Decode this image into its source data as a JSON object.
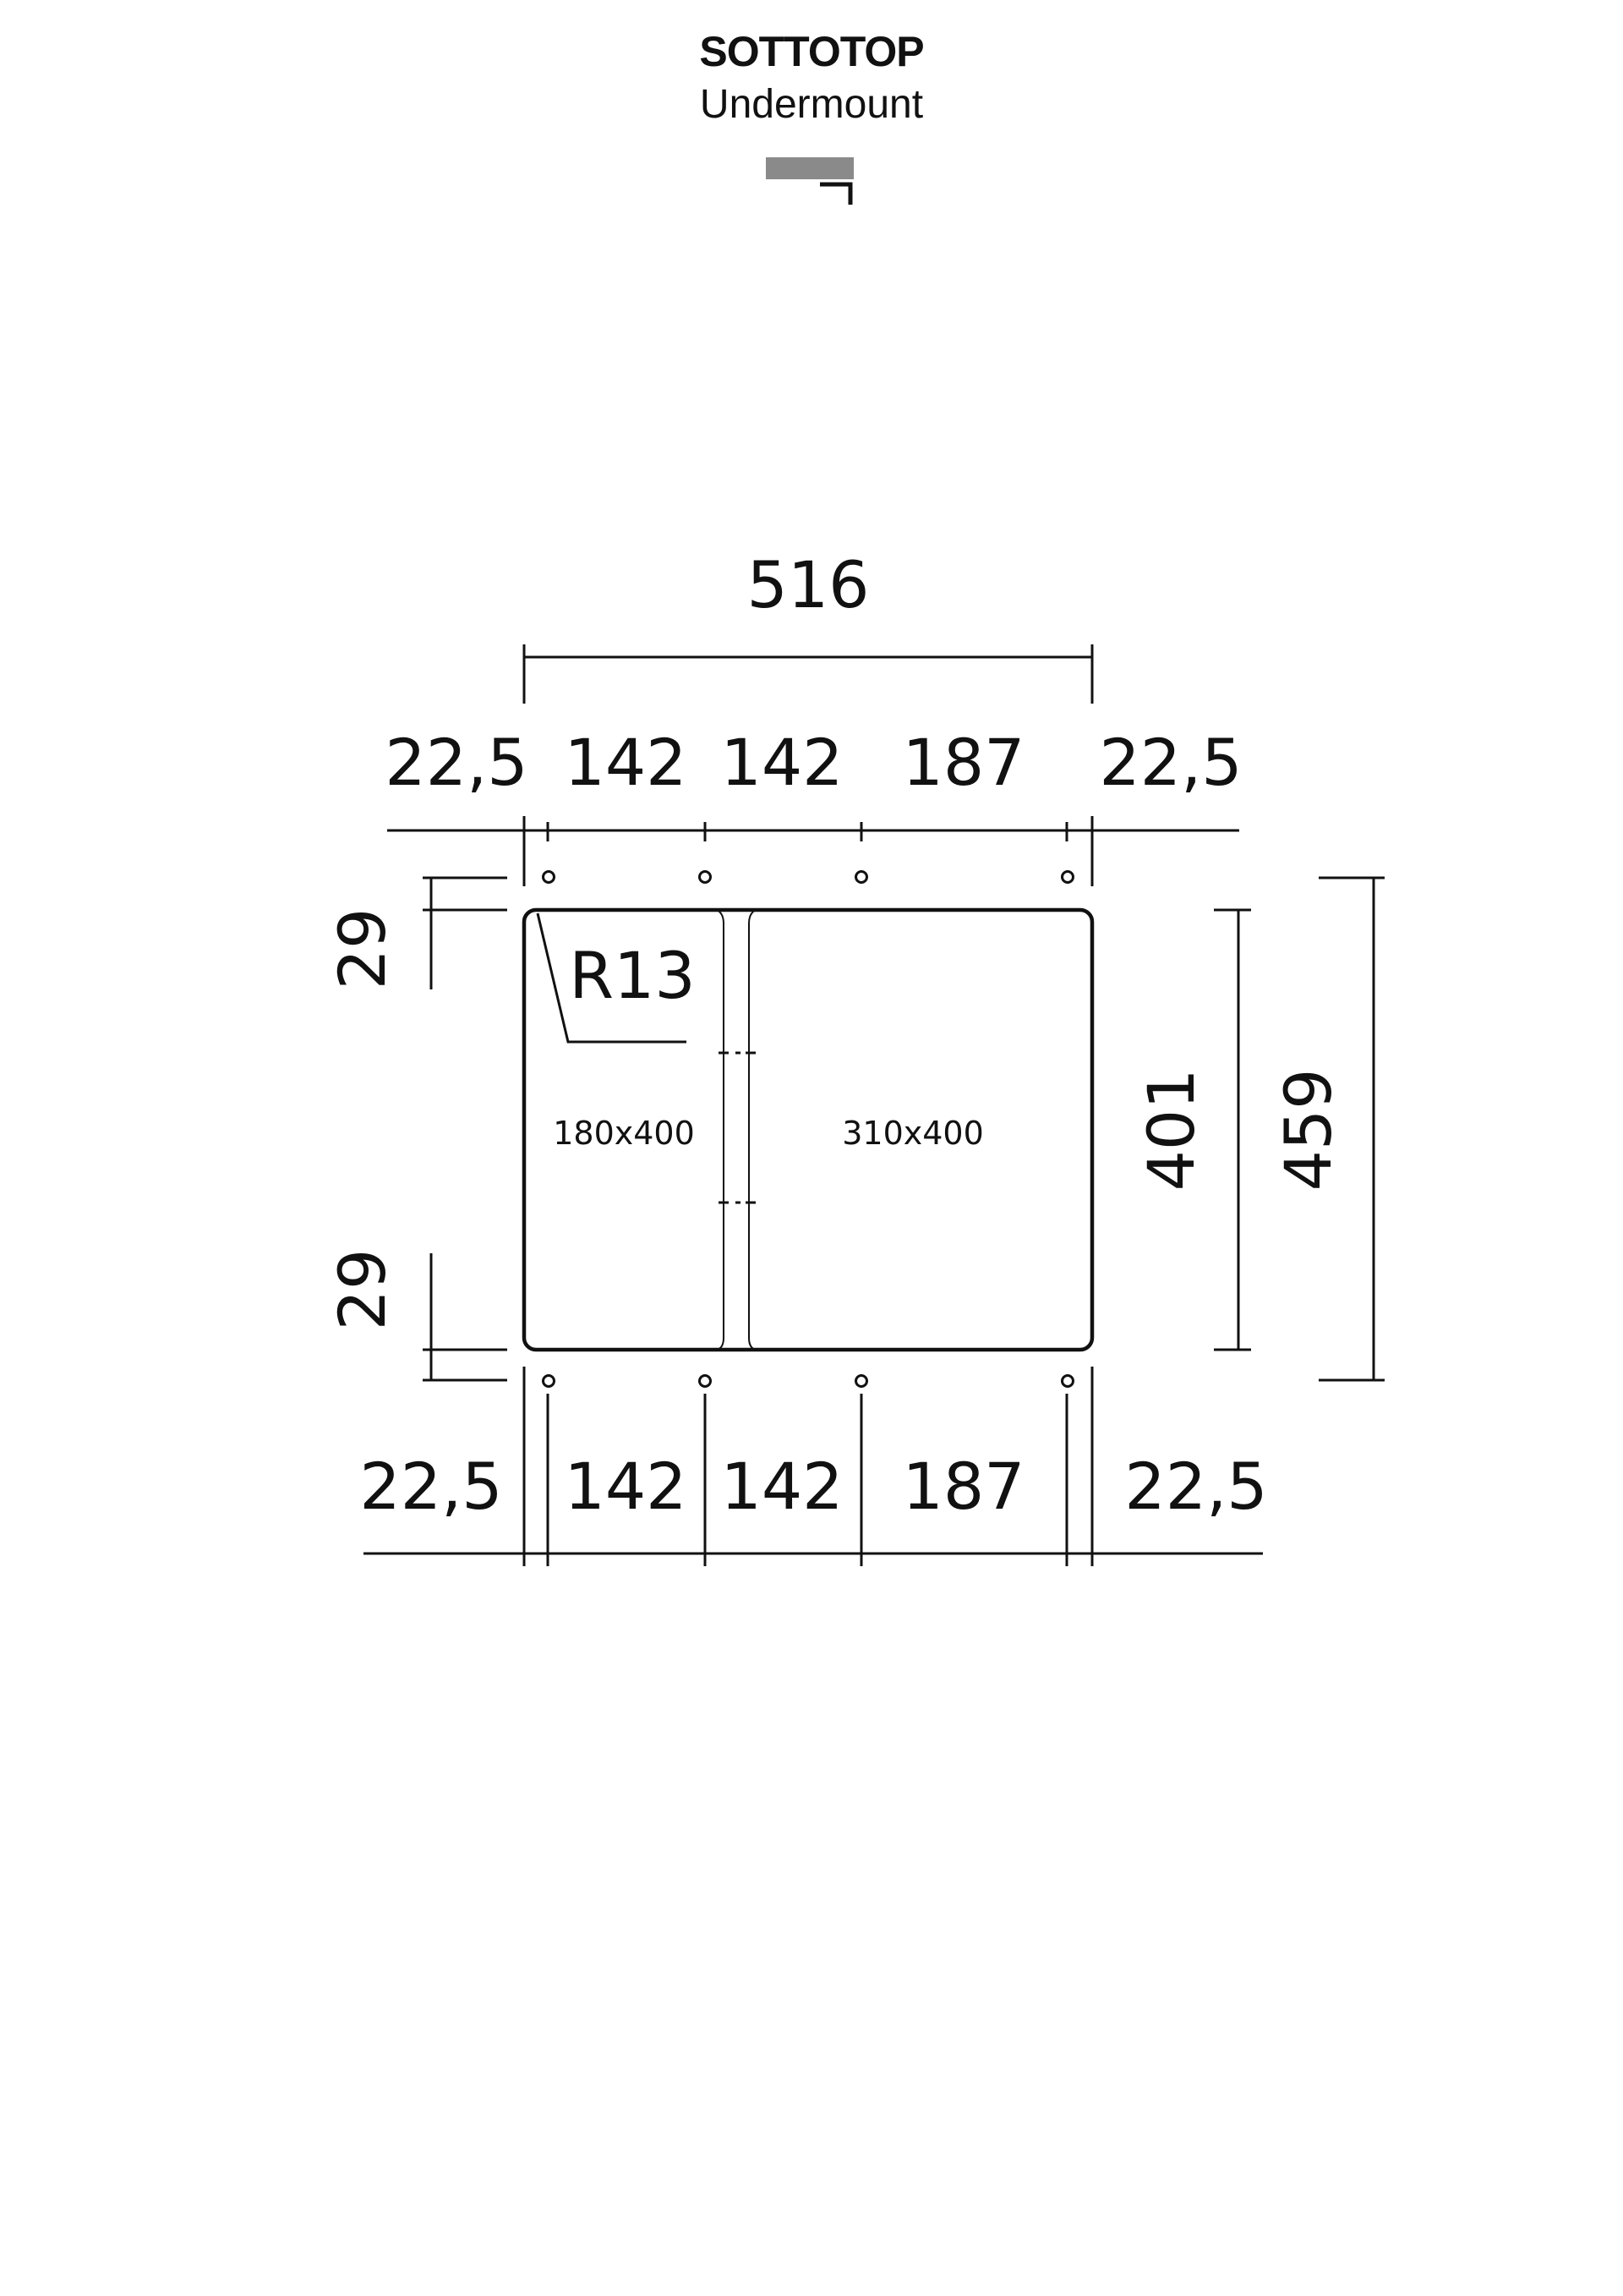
{
  "header": {
    "title": "SOTTOTOP",
    "subtitle": "Undermount",
    "icon": "undermount-profile-icon",
    "icon_color": "#8a8a8a"
  },
  "drawing": {
    "overall_width": "516",
    "top_segments": [
      "22,5",
      "142",
      "142",
      "187",
      "22,5"
    ],
    "bottom_segments": [
      "22,5",
      "142",
      "142",
      "187",
      "22,5"
    ],
    "left_top_offset": "29",
    "left_bottom_offset": "29",
    "inner_height": "401",
    "overall_height": "459",
    "radius": "R13",
    "bowl_small": "180x400",
    "bowl_large": "310x400"
  }
}
